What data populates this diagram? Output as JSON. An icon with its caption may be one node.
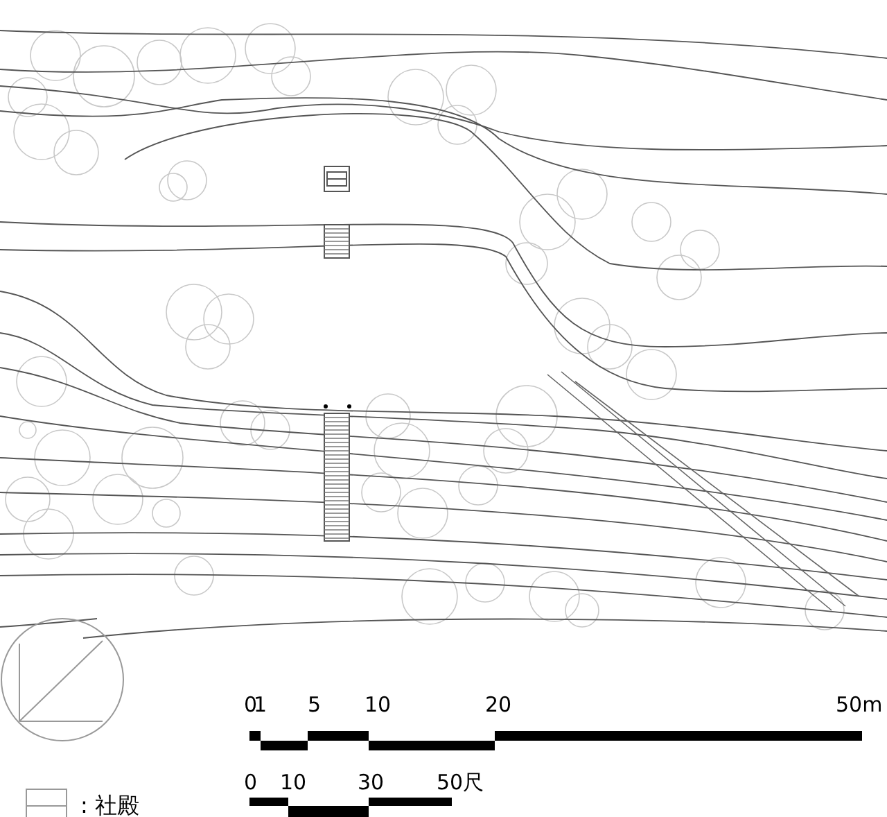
{
  "diagram": {
    "labels": [
      "0",
      "1",
      "5",
      "10",
      "20",
      "50m",
      "0",
      "10",
      "30",
      "50尺"
    ],
    "legend": [
      {
        "text": ": 社殿"
      }
    ]
  }
}
